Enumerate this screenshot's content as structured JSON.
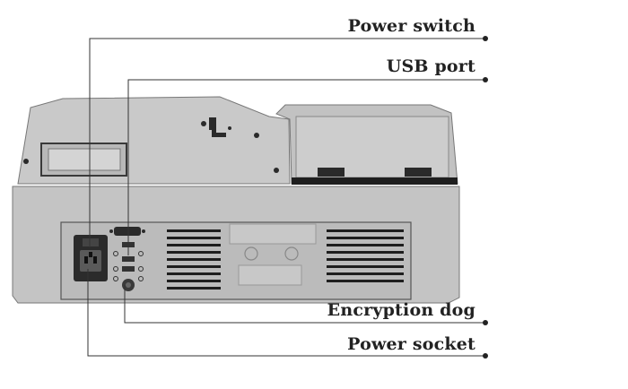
{
  "callouts": {
    "power_switch": "Power switch",
    "usb_port": "USB port",
    "encryption_dog": "Encryption dog",
    "power_socket": "Power socket"
  },
  "colors": {
    "body": "#c7c7c7",
    "body_dark": "#a9a9a9",
    "panel": "#bdbdbd",
    "outline": "#555555",
    "vent": "#1e1e1e",
    "leader": "#333333",
    "label": "#222222"
  }
}
